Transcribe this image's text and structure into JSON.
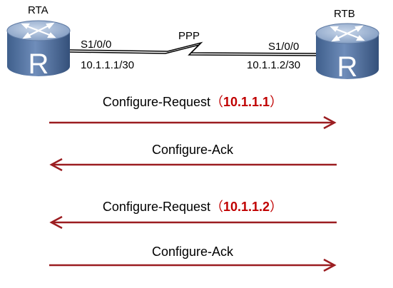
{
  "routers": {
    "left": {
      "name": "RTA",
      "interface": "S1/0/0",
      "ip": "10.1.1.1/30",
      "glyph": "R",
      "icon": "router-icon"
    },
    "right": {
      "name": "RTB",
      "interface": "S1/0/0",
      "ip": "10.1.1.2/30",
      "glyph": "R",
      "icon": "router-icon"
    }
  },
  "link": {
    "protocol": "PPP"
  },
  "messages": [
    {
      "text": "Configure-Request",
      "value": "10.1.1.1",
      "direction": "right"
    },
    {
      "text": "Configure-Ack",
      "value": "",
      "direction": "left"
    },
    {
      "text": "Configure-Request",
      "value": "10.1.1.2",
      "direction": "left"
    },
    {
      "text": "Configure-Ack",
      "value": "",
      "direction": "right"
    }
  ],
  "colors": {
    "arrow": "#9b1c20",
    "highlight": "#c00000",
    "router_top": "#8fa8c8",
    "router_body": "#5a78a3",
    "router_dark": "#34507a"
  }
}
